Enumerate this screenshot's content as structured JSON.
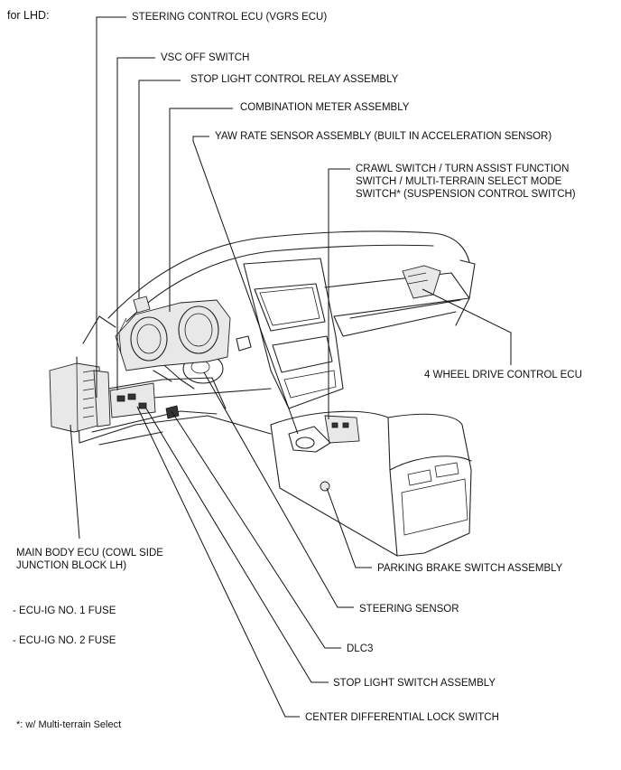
{
  "header": "for LHD:",
  "labels": {
    "steering_control_ecu": "STEERING CONTROL ECU (VGRS ECU)",
    "vsc_off_switch": "VSC OFF SWITCH",
    "stop_light_control_relay": "STOP LIGHT CONTROL RELAY ASSEMBLY",
    "combination_meter": "COMBINATION METER ASSEMBLY",
    "yaw_rate_sensor": "YAW RATE SENSOR ASSEMBLY (BUILT IN ACCELERATION SENSOR)",
    "crawl_switch": "CRAWL SWITCH / TURN ASSIST FUNCTION\nSWITCH / MULTI-TERRAIN SELECT MODE\nSWITCH* (SUSPENSION CONTROL SWITCH)",
    "four_wheel_drive_ecu": "4 WHEEL DRIVE CONTROL ECU",
    "main_body_ecu": "MAIN BODY ECU (COWL SIDE\nJUNCTION BLOCK LH)",
    "ecu_ig_no1": "- ECU-IG NO. 1 FUSE",
    "ecu_ig_no2": "- ECU-IG NO. 2 FUSE",
    "parking_brake_switch": "PARKING BRAKE SWITCH ASSEMBLY",
    "steering_sensor": "STEERING SENSOR",
    "dlc3": "DLC3",
    "stop_light_switch": "STOP LIGHT SWITCH ASSEMBLY",
    "center_diff_lock_switch": "CENTER DIFFERENTIAL LOCK SWITCH"
  },
  "footnote": "*: w/ Multi-terrain Select"
}
